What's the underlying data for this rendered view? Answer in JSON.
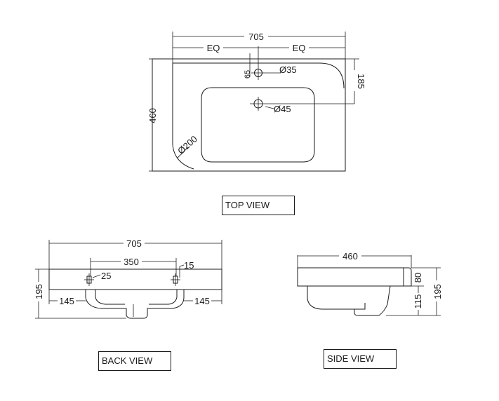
{
  "top_view": {
    "title": "TOP VIEW",
    "width": "705",
    "depth": "460",
    "half_left": "EQ",
    "half_right": "EQ",
    "tap_offset": "65",
    "tap_hole": "Ø35",
    "waste_hole": "Ø45",
    "waste_offset": "185",
    "corner_radius": "Ø200"
  },
  "back_view": {
    "title": "BACK VIEW",
    "width": "705",
    "bracket_spacing": "350",
    "bracket_hole": "25",
    "bracket_offset": "15",
    "height": "195",
    "left_edge": "145",
    "right_edge": "145"
  },
  "side_view": {
    "title": "SIDE VIEW",
    "depth": "460",
    "rim_height": "80",
    "bowl_height": "115",
    "total_height": "195"
  }
}
